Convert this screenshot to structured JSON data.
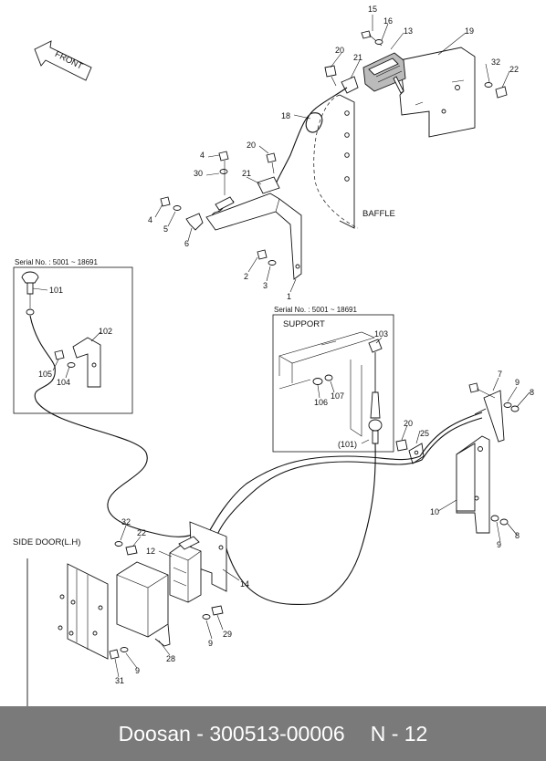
{
  "diagram": {
    "front_label": "FRONT",
    "baffle_label": "BAFFLE",
    "support_label": "SUPPORT",
    "side_door_label": "SIDE DOOR(L.H)",
    "serial_box_1": "Serial No. : 5001 ~ 18691",
    "serial_box_2": "Serial No. : 5001 ~ 18691",
    "callouts": [
      {
        "id": "c15",
        "text": "15"
      },
      {
        "id": "c16",
        "text": "16"
      },
      {
        "id": "c13",
        "text": "13"
      },
      {
        "id": "c19",
        "text": "19"
      },
      {
        "id": "c20a",
        "text": "20"
      },
      {
        "id": "c21a",
        "text": "21"
      },
      {
        "id": "c32a",
        "text": "32"
      },
      {
        "id": "c22a",
        "text": "22"
      },
      {
        "id": "c18",
        "text": "18"
      },
      {
        "id": "c20b",
        "text": "20"
      },
      {
        "id": "c4a",
        "text": "4"
      },
      {
        "id": "c30",
        "text": "30"
      },
      {
        "id": "c21b",
        "text": "21"
      },
      {
        "id": "c4b",
        "text": "4"
      },
      {
        "id": "c5",
        "text": "5"
      },
      {
        "id": "c6",
        "text": "6"
      },
      {
        "id": "c2",
        "text": "2"
      },
      {
        "id": "c3",
        "text": "3"
      },
      {
        "id": "c1",
        "text": "1"
      },
      {
        "id": "c101",
        "text": "101"
      },
      {
        "id": "c102",
        "text": "102"
      },
      {
        "id": "c105",
        "text": "105"
      },
      {
        "id": "c104",
        "text": "104"
      },
      {
        "id": "c103",
        "text": "103"
      },
      {
        "id": "c106",
        "text": "106"
      },
      {
        "id": "c107",
        "text": "107"
      },
      {
        "id": "c101p",
        "text": "(101)"
      },
      {
        "id": "c7",
        "text": "7"
      },
      {
        "id": "c9a",
        "text": "9"
      },
      {
        "id": "c8a",
        "text": "8"
      },
      {
        "id": "c20c",
        "text": "20"
      },
      {
        "id": "c25",
        "text": "25"
      },
      {
        "id": "c10",
        "text": "10"
      },
      {
        "id": "c8b",
        "text": "8"
      },
      {
        "id": "c9b",
        "text": "9"
      },
      {
        "id": "c32b",
        "text": "32"
      },
      {
        "id": "c22b",
        "text": "22"
      },
      {
        "id": "c12",
        "text": "12"
      },
      {
        "id": "c14",
        "text": "14"
      },
      {
        "id": "c29",
        "text": "29"
      },
      {
        "id": "c9c",
        "text": "9"
      },
      {
        "id": "c28",
        "text": "28"
      },
      {
        "id": "c9d",
        "text": "9"
      },
      {
        "id": "c31",
        "text": "31"
      }
    ]
  },
  "footer": {
    "doc": "Doosan - 300513-00006",
    "page": "N - 12"
  },
  "colors": {
    "footer_bg": "#7a7a7a",
    "footer_text": "#ffffff",
    "line": "#111111"
  }
}
